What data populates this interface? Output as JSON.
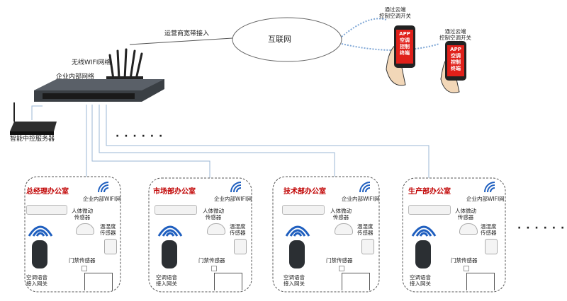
{
  "network": {
    "internet": "互联网",
    "isp_access": "运营商宽带接入",
    "wireless_gateway": "无线WIFI网络",
    "internal_network": "企业内部网络",
    "control_server": "智能中控服务器",
    "ellipsis": "· · · · · ·"
  },
  "phones": [
    {
      "caption": "通过云端\n控制空调开关",
      "app_text": "APP\n空调\n控制\n终端"
    },
    {
      "caption": "通过云端\n控制空调开关",
      "app_text": "APP\n空调\n控制\n终端"
    }
  ],
  "rooms": [
    {
      "title": "总经理办公室"
    },
    {
      "title": "市场部办公室"
    },
    {
      "title": "技术部办公室"
    },
    {
      "title": "生产部办公室"
    }
  ],
  "room_labels": {
    "wifi": "企业内部WIFI网",
    "motion_sensor": "人体微动\n传感器",
    "temp_humidity_sensor": "温湿度\n传感器",
    "door_sensor": "门禁传感器",
    "voice_gateway": "空调语音\n接入网关"
  },
  "more_rooms": "· · · · · ·",
  "colors": {
    "room_title": "#c00000",
    "wifi_blue": "#1f5fbf",
    "line_blue": "#9bb7d4",
    "phone_red": "#e0201a",
    "device_dark": "#2b2f33"
  }
}
